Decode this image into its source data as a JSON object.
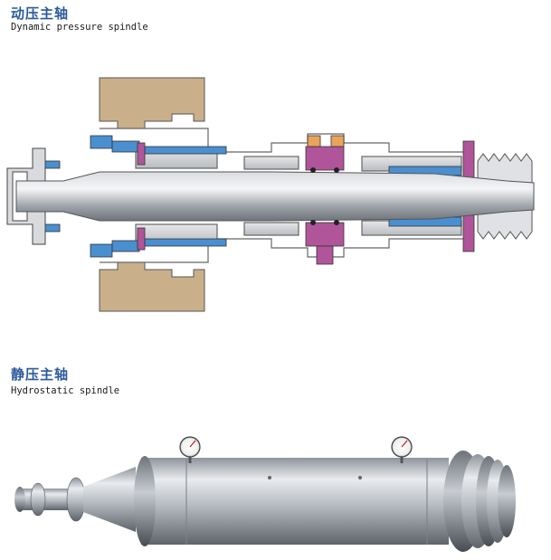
{
  "section1": {
    "title_cn": "动压主轴",
    "title_en": "Dynamic pressure spindle",
    "figure_icon": "dynamic-spindle-cross-section-diagram"
  },
  "section2": {
    "title_cn": "静压主轴",
    "title_en": "Hydrostatic spindle",
    "figure_icon": "hydrostatic-spindle-photo"
  },
  "colors": {
    "title_blue": "#2a5a9a",
    "housing_tan": "#c9b08a",
    "part_blue": "#4a8fd0",
    "part_magenta": "#b0559a",
    "part_orange": "#e8a45a",
    "steel": "#a9adb3"
  }
}
